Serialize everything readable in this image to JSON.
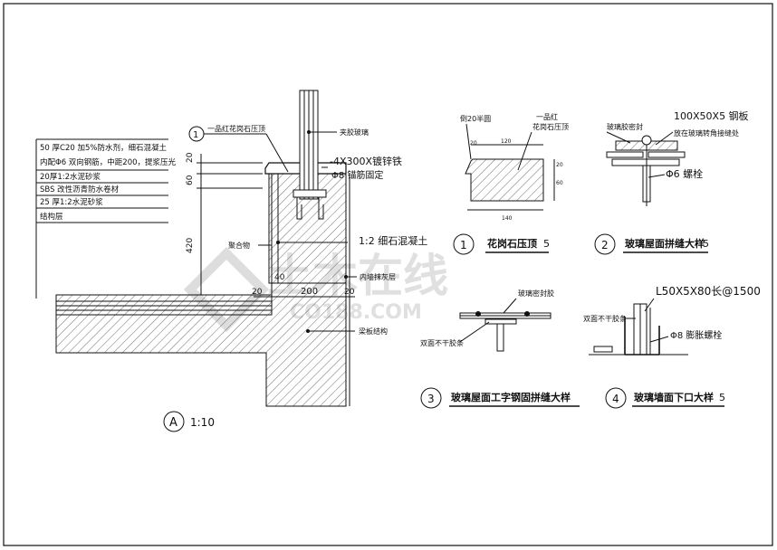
{
  "detail_a": {
    "layers": [
      "50 厚C20 加5%防水剂，细石混凝土",
      "内配Φ6 双向钢筋，中距200，提浆压光",
      "20厚1:2水泥砂浆",
      "SBS 改性沥青防水卷材",
      "25 厚1:2水泥砂浆",
      "结构层"
    ],
    "callout_1": {
      "num": "1",
      "text": "一品红花岗石压顶"
    },
    "glass_label": "夹胶玻璃",
    "steel_label": "-4X300X镀锌铁",
    "bolt_label": "Φ8 锚筋固定",
    "fill_label": "1:2 细石混凝土",
    "sealant_label": "聚合物",
    "plaster_label": "内墙抹灰层",
    "structure_label": "梁板结构",
    "dims": {
      "d20": "20",
      "d60": "60",
      "d420": "420",
      "d40": "40",
      "b20a": "20",
      "b200": "200",
      "b20b": "20"
    },
    "title_letter": "A",
    "scale": "1:10"
  },
  "detail_1": {
    "num": "1",
    "title": "花岗石压顶",
    "title_scale": "5",
    "lbl_round": "倒20半圆",
    "lbl_stone_a": "一品红",
    "lbl_stone_b": "花岗石压顶",
    "dim_top": "120",
    "dim_bottom": "140",
    "dim_side_a": "20",
    "dim_side_b": "60",
    "dim_corner": "20"
  },
  "detail_2": {
    "num": "2",
    "title": "玻璃屋面拼缝大样",
    "title_scale": "5",
    "steel": "100X50X5 钢板",
    "steel_note": "放在玻璃转角接缝处",
    "sealant": "玻璃胶密封",
    "bolt": "Φ6 螺栓"
  },
  "detail_3": {
    "num": "3",
    "title": "玻璃屋面工字钢固拼缝大样",
    "sealant": "玻璃密封胶",
    "rubber": "双面不干胶条"
  },
  "detail_4": {
    "num": "4",
    "title": "玻璃墙面下口大样",
    "title_scale": "5",
    "angle": "L50X5X80长@1500",
    "rubber": "双面不干胶条",
    "bolt": "Φ8 膨胀螺栓"
  },
  "watermark": {
    "cn": "土木在线",
    "en": "CO188.COM"
  }
}
